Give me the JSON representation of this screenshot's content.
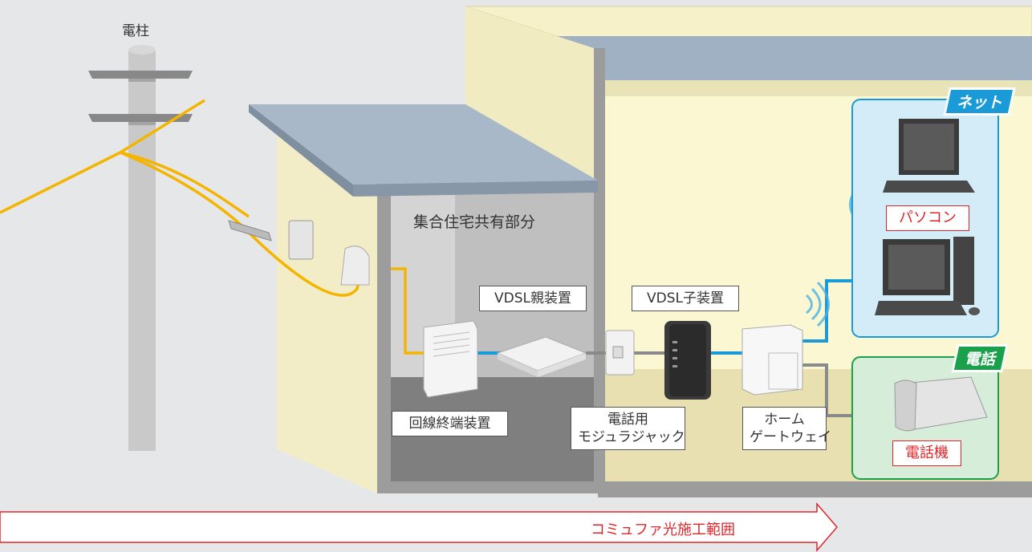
{
  "labels": {
    "pole": "電柱",
    "common_area": "集合住宅共有部分",
    "vdsl_parent": "VDSL親装置",
    "vdsl_child": "VDSL子装置",
    "line_terminal": "回線終端装置",
    "phone_jack_line1": "電話用",
    "phone_jack_line2": "モジュラジャック",
    "gateway_line1": "ホーム",
    "gateway_line2": "ゲートウェイ",
    "pc": "パソコン",
    "phone": "電話機",
    "net_tag": "ネット",
    "phone_tag": "電話",
    "construction_range": "コミュファ光施工範囲"
  },
  "colors": {
    "fiber": "#f5b400",
    "lan": "#1a9ad6",
    "phone_line": "#8a8a8a",
    "net_zone": "#1a9ad6",
    "phone_zone": "#1aa04a",
    "range_arrow": "#e0262a"
  }
}
